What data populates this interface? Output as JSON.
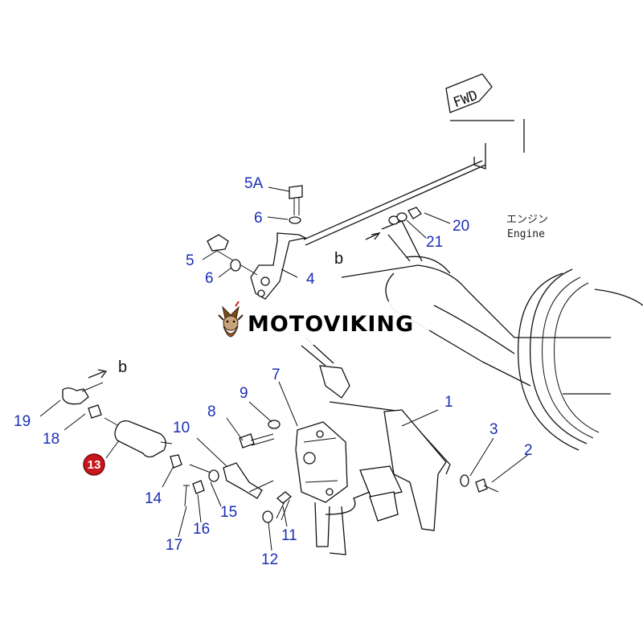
{
  "watermark": {
    "text": "MOTOVIKING"
  },
  "direction_tag": "FWD",
  "engine_label": {
    "japanese": "エンジン",
    "english": "Engine"
  },
  "view_markers": [
    "b",
    "b"
  ],
  "highlighted_part": "13",
  "colors": {
    "callout": "#1a2fb5",
    "highlight": "#c8161d",
    "lines": "#111111"
  },
  "callouts": {
    "c1": "1",
    "c2": "2",
    "c3": "3",
    "c4": "4",
    "c5": "5",
    "c5a": "5A",
    "c6a": "6",
    "c6b": "6",
    "c7": "7",
    "c8": "8",
    "c9": "9",
    "c10": "10",
    "c11": "11",
    "c12": "12",
    "c14": "14",
    "c15": "15",
    "c16": "16",
    "c17": "17",
    "c18": "18",
    "c19": "19",
    "c20": "20",
    "c21": "21"
  }
}
